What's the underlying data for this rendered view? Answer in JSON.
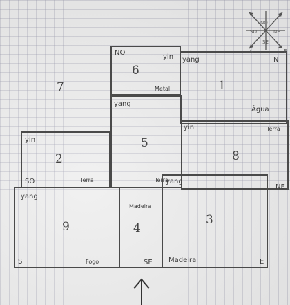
{
  "rooms": {
    "r1": {
      "number": "1",
      "yang": "yang",
      "dir": "N",
      "element": "Água"
    },
    "r2": {
      "number": "2",
      "yin": "yin",
      "dir": "SO",
      "element": "Terra"
    },
    "r3": {
      "number": "3",
      "yang": "yang",
      "dir": "E",
      "element": "Madeira"
    },
    "r4": {
      "number": "4",
      "dir": "SE",
      "element": "Madeira"
    },
    "r5": {
      "number": "5",
      "yang": "yang",
      "element": "Terra"
    },
    "r6": {
      "number": "6",
      "dir": "NO",
      "yin": "yin",
      "element": "Metal"
    },
    "r7": {
      "number": "7"
    },
    "r8": {
      "number": "8",
      "yin": "yin",
      "element": "Terra",
      "dir": "NE"
    },
    "r9": {
      "number": "9",
      "yang": "yang",
      "dir": "S",
      "element": "Fogo"
    }
  },
  "compass": {
    "no": "NO",
    "ne": "NE",
    "so": "SO",
    "se": "SE",
    "s": "S",
    "e": "E"
  }
}
